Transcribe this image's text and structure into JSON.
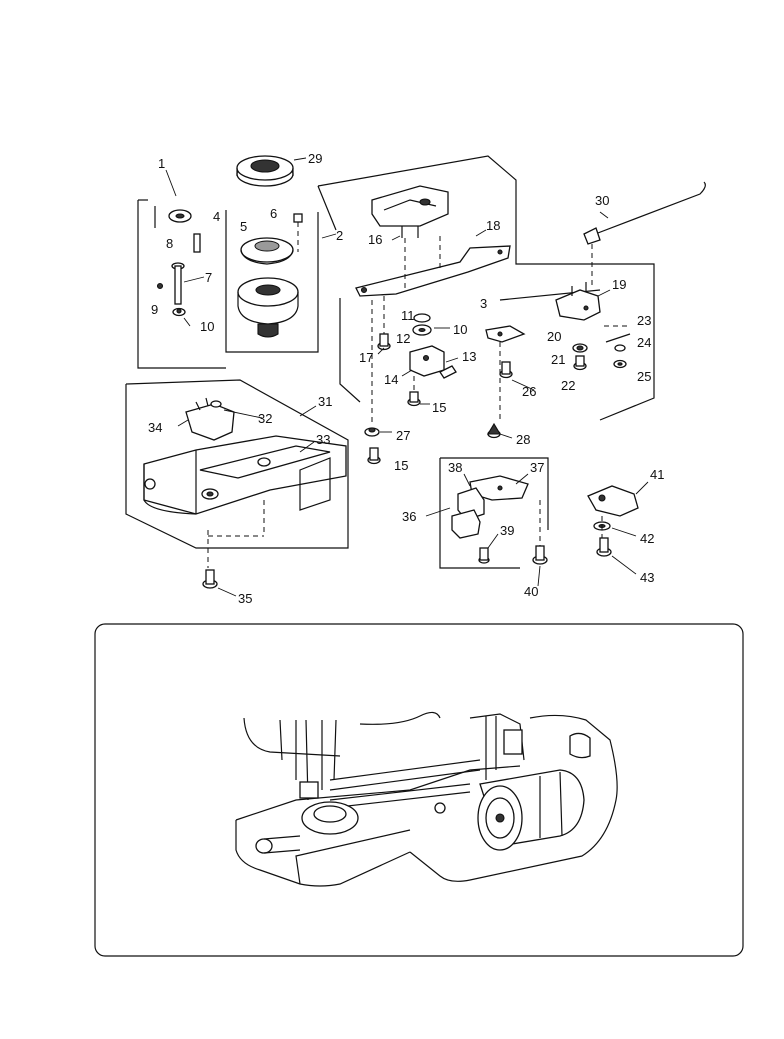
{
  "part_labels": [
    {
      "id": "p1",
      "text": "1"
    },
    {
      "id": "p2",
      "text": "2"
    },
    {
      "id": "p3",
      "text": "3"
    },
    {
      "id": "p4",
      "text": "4"
    },
    {
      "id": "p5",
      "text": "5"
    },
    {
      "id": "p6",
      "text": "6"
    },
    {
      "id": "p7",
      "text": "7"
    },
    {
      "id": "p8",
      "text": "8"
    },
    {
      "id": "p9",
      "text": "9"
    },
    {
      "id": "p10a",
      "text": "10"
    },
    {
      "id": "p10b",
      "text": "10"
    },
    {
      "id": "p11",
      "text": "11"
    },
    {
      "id": "p12",
      "text": "12"
    },
    {
      "id": "p13",
      "text": "13"
    },
    {
      "id": "p14",
      "text": "14"
    },
    {
      "id": "p15a",
      "text": "15"
    },
    {
      "id": "p15b",
      "text": "15"
    },
    {
      "id": "p16",
      "text": "16"
    },
    {
      "id": "p17",
      "text": "17"
    },
    {
      "id": "p18",
      "text": "18"
    },
    {
      "id": "p19",
      "text": "19"
    },
    {
      "id": "p20",
      "text": "20"
    },
    {
      "id": "p21",
      "text": "21"
    },
    {
      "id": "p22",
      "text": "22"
    },
    {
      "id": "p23",
      "text": "23"
    },
    {
      "id": "p24",
      "text": "24"
    },
    {
      "id": "p25",
      "text": "25"
    },
    {
      "id": "p26",
      "text": "26"
    },
    {
      "id": "p27",
      "text": "27"
    },
    {
      "id": "p28",
      "text": "28"
    },
    {
      "id": "p29",
      "text": "29"
    },
    {
      "id": "p30",
      "text": "30"
    },
    {
      "id": "p31",
      "text": "31"
    },
    {
      "id": "p32",
      "text": "32"
    },
    {
      "id": "p33",
      "text": "33"
    },
    {
      "id": "p34",
      "text": "34"
    },
    {
      "id": "p35",
      "text": "35"
    },
    {
      "id": "p36",
      "text": "36"
    },
    {
      "id": "p37",
      "text": "37"
    },
    {
      "id": "p38",
      "text": "38"
    },
    {
      "id": "p39",
      "text": "39"
    },
    {
      "id": "p40",
      "text": "40"
    },
    {
      "id": "p41",
      "text": "41"
    },
    {
      "id": "p42",
      "text": "42"
    },
    {
      "id": "p43",
      "text": "43"
    }
  ]
}
